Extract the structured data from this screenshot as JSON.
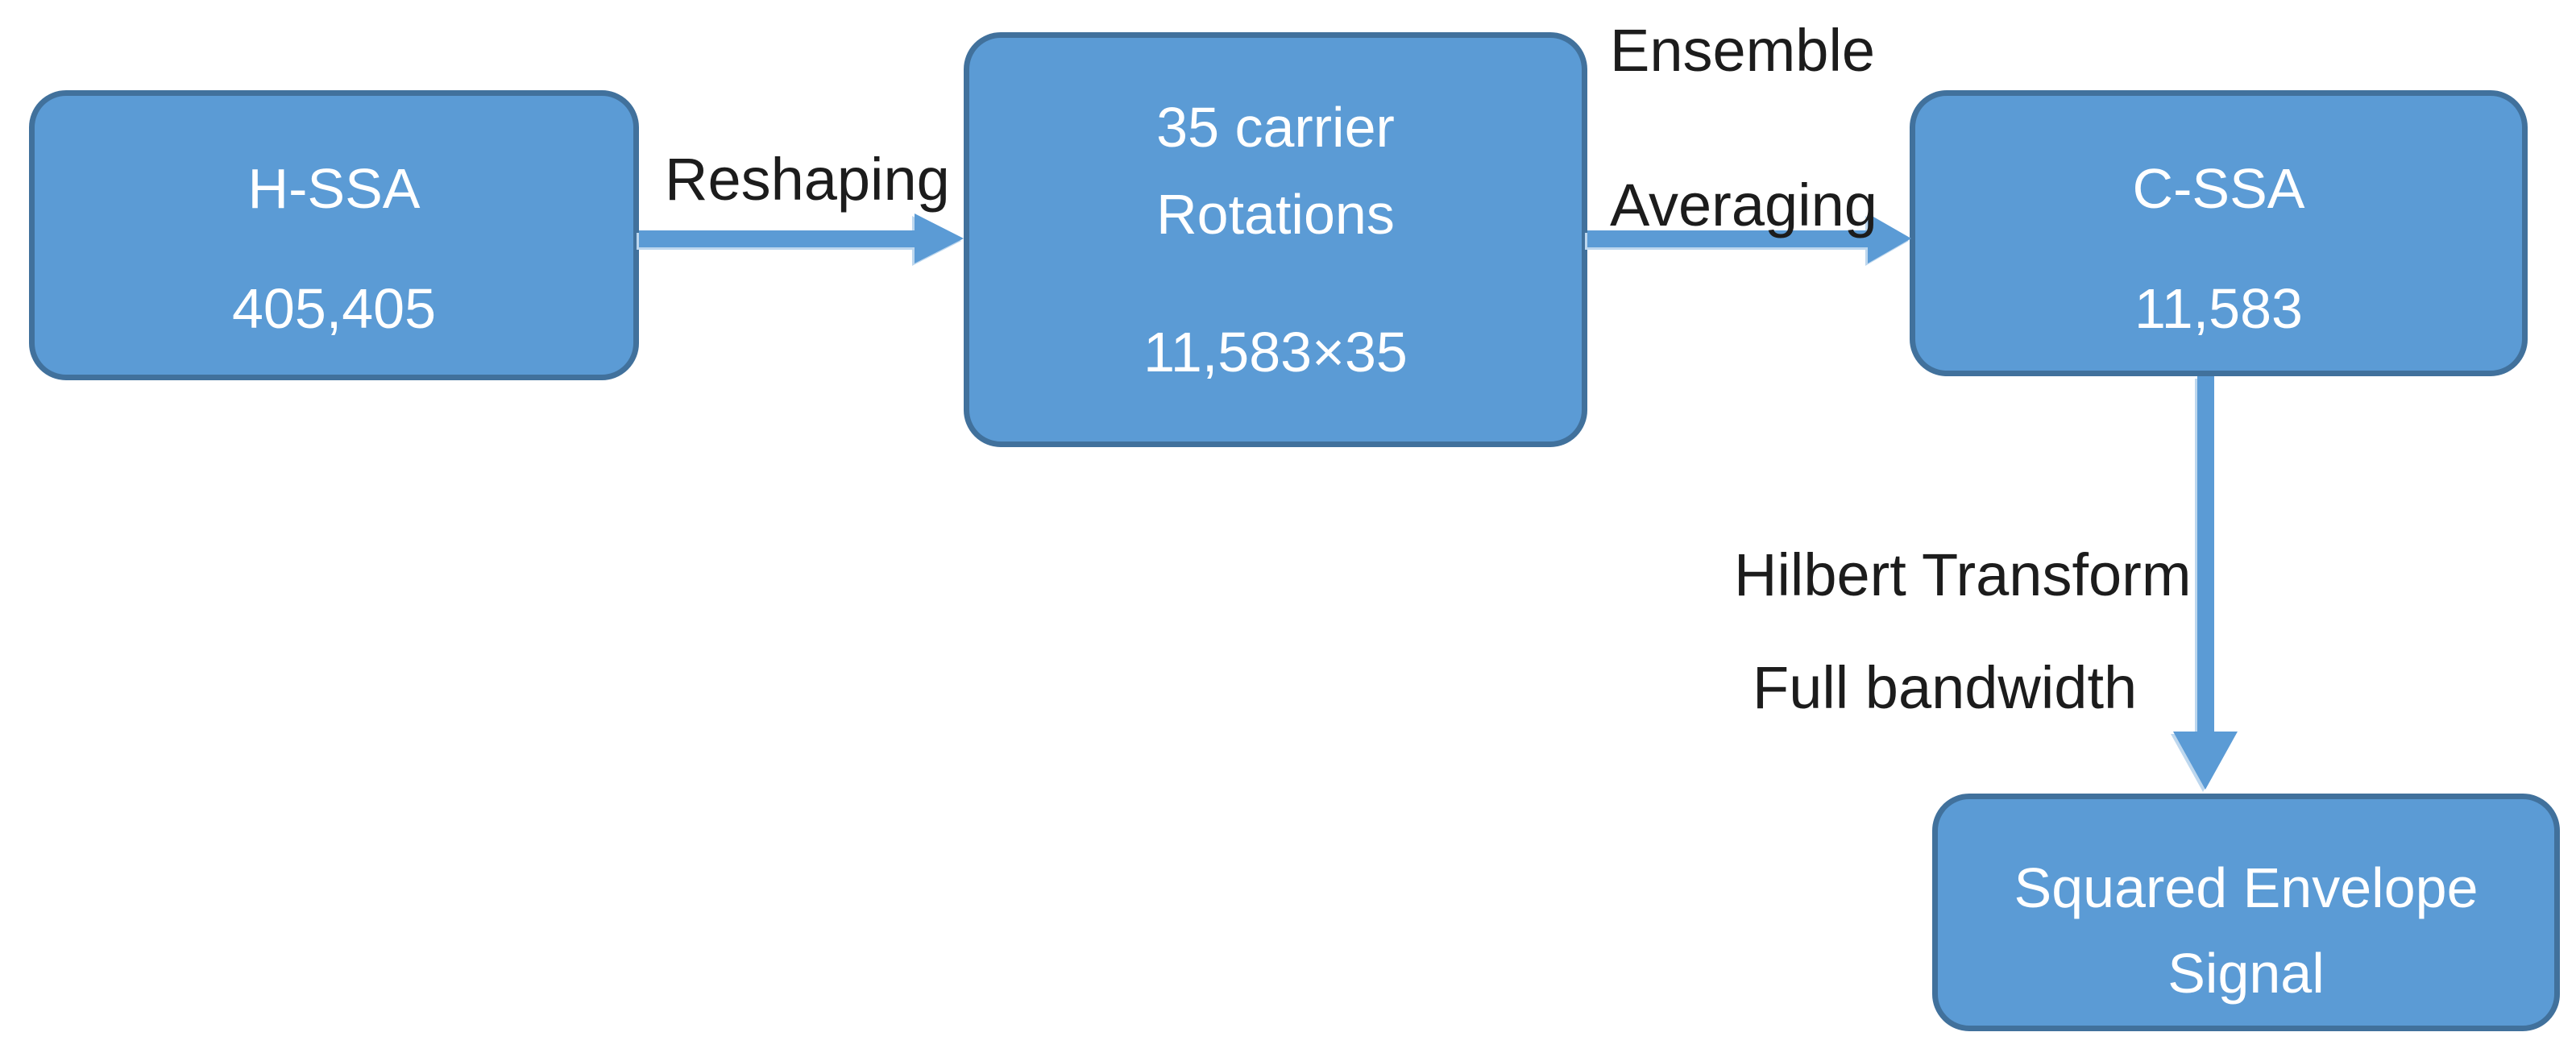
{
  "colors": {
    "background": "#ffffff",
    "node_fill": "#5B9BD5",
    "node_border": "#41719C",
    "node_text": "#ffffff",
    "label_text": "#1c1c1c",
    "arrow": "#5B9BD5",
    "arrow_highlight": "#BDD7EE"
  },
  "nodes": {
    "hssa": {
      "title": "H-SSA",
      "value": "405,405"
    },
    "carrier_rotations": {
      "line1": "35 carrier",
      "line2": "Rotations",
      "value": "11,583×35"
    },
    "cssa": {
      "title": "C-SSA",
      "value": "11,583"
    },
    "squared_envelope": {
      "line1": "Squared Envelope",
      "line2": "Signal"
    }
  },
  "edges": {
    "reshaping": {
      "label": "Reshaping"
    },
    "ensemble_averaging": {
      "line1": "Ensemble",
      "line2": "Averaging"
    },
    "hilbert_transform": {
      "line1": "Hilbert Transform",
      "line2": "Full bandwidth"
    }
  }
}
